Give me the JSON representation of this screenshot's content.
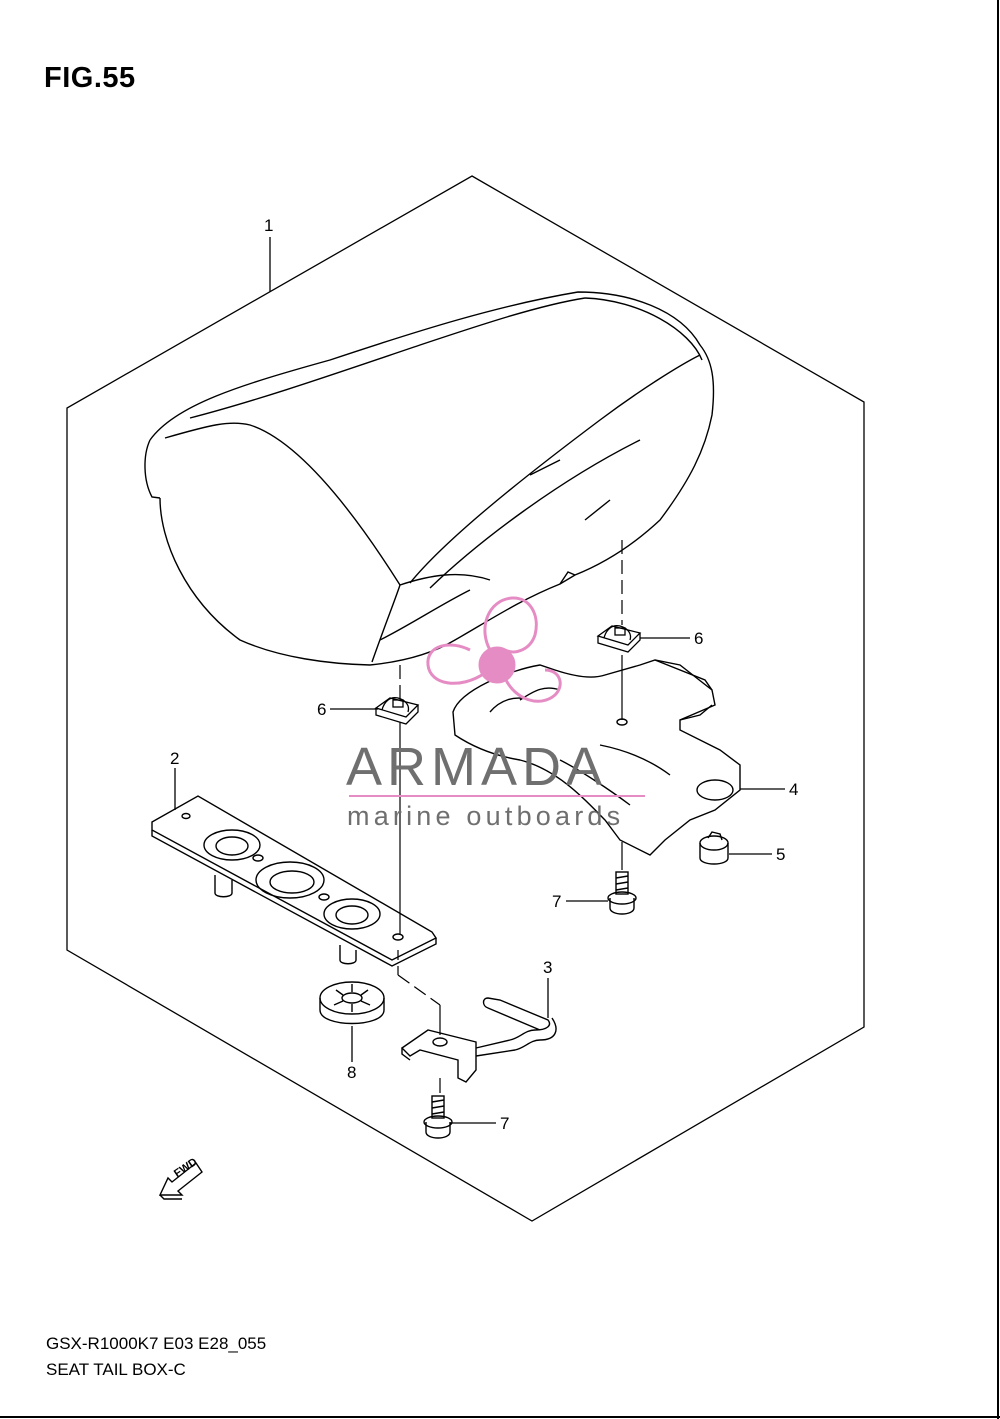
{
  "figure": {
    "title": "FIG.55"
  },
  "callouts": [
    "1",
    "2",
    "3",
    "4",
    "5",
    "6",
    "6",
    "7",
    "7",
    "8"
  ],
  "footer": {
    "model_code": "GSX-R1000K7 E03 E28_055",
    "caption": "SEAT TAIL BOX-C"
  },
  "watermark": {
    "name": "ARMADA",
    "tagline": "marine outboards",
    "accent_color": "#e58cc4",
    "text_color": "#6f6f6f"
  },
  "direction_arrow": {
    "label": "FWD",
    "icon": "forward-arrow-icon"
  },
  "colors": {
    "line": "#000000",
    "background": "#ffffff"
  }
}
